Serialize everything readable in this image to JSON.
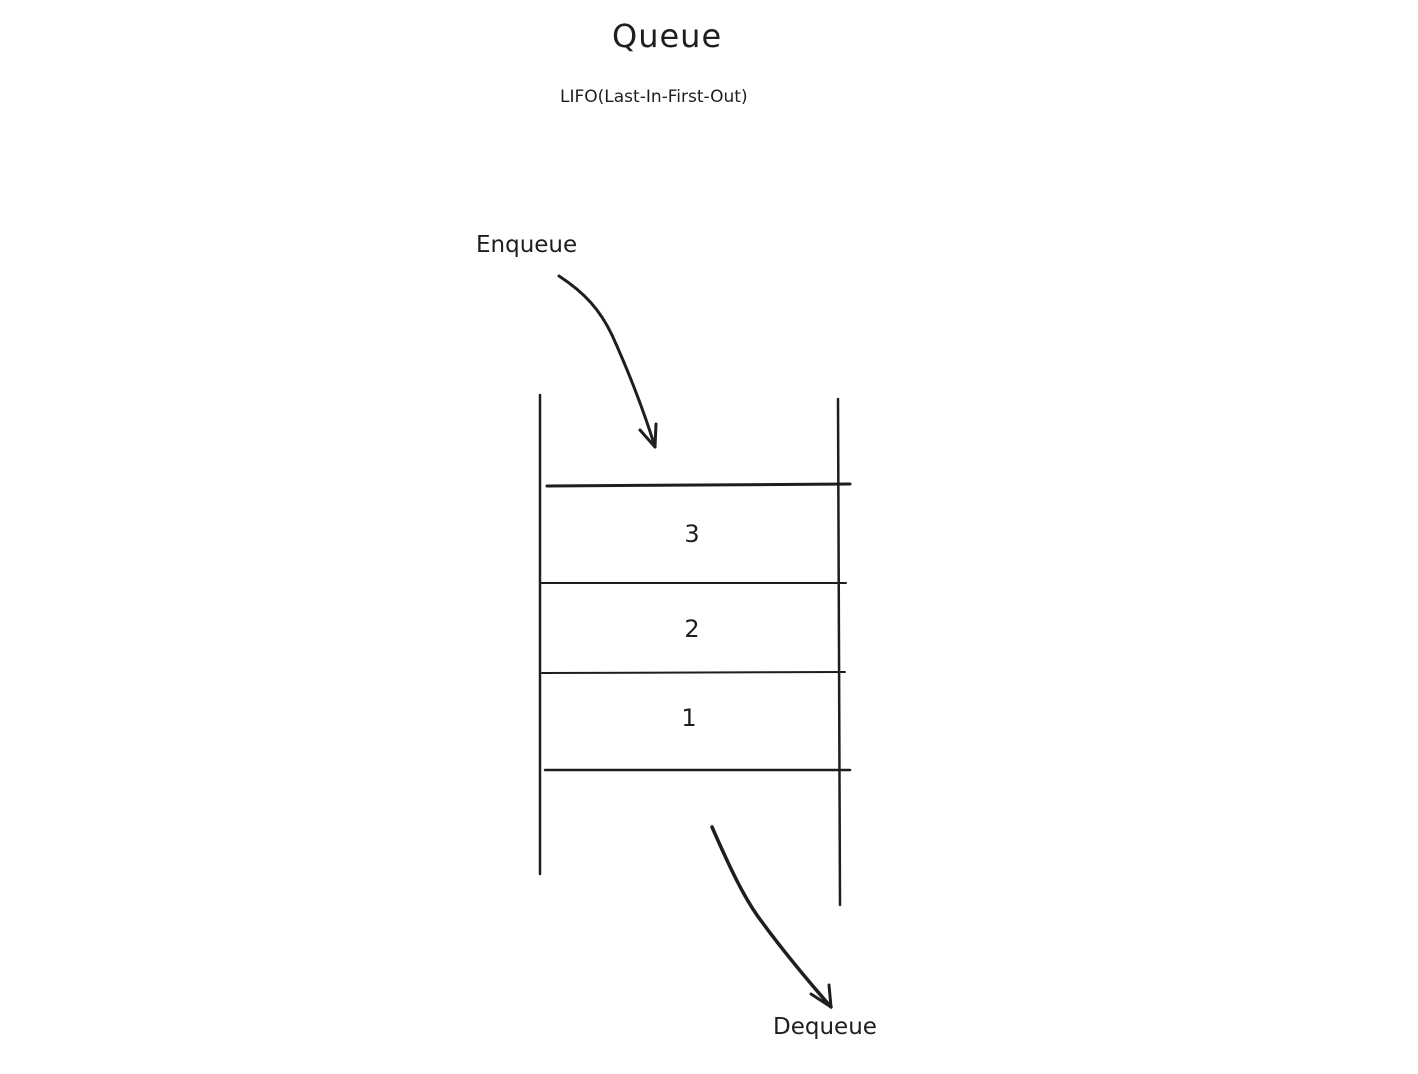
{
  "diagram": {
    "title": "Queue",
    "subtitle": "LIFO(Last-In-First-Out)",
    "enqueue_label": "Enqueue",
    "dequeue_label": "Dequeue",
    "cells": [
      "3",
      "2",
      "1"
    ],
    "stroke_color": "#1e1e1e",
    "background_color": "#ffffff"
  }
}
